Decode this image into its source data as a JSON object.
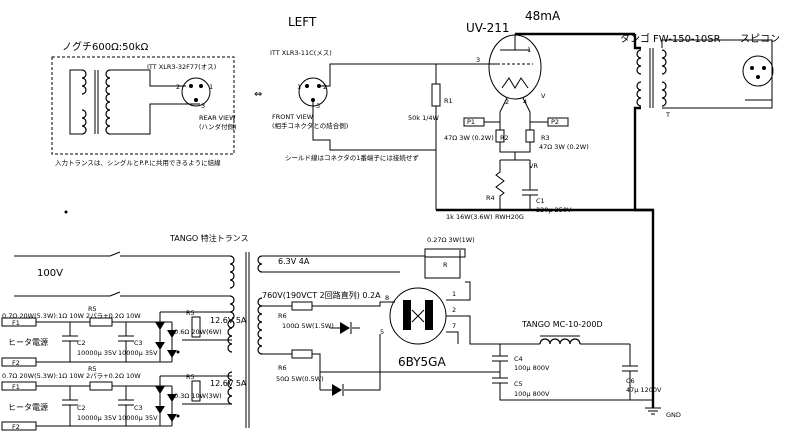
{
  "labels": {
    "left_title": "LEFT",
    "tube_main": "UV-211",
    "plate_current": "48mA",
    "output_trans_maker": "タンゴ",
    "output_trans_model": "FW-150-10SR",
    "speaker": "スピコン",
    "input_trans_title": "ノグチ",
    "input_trans_ratio": "600Ω:50kΩ",
    "input_conn_rear": "ITT XLR3-32F77(オス)",
    "rear_view": "REAR VIEW",
    "rear_view_sub": "(ハンダ付側)",
    "input_note": "入力トランスは、シングルとP.P.に共用できるように結線",
    "arrow": "⇔",
    "xlr_front": "ITT XLR3-11C(メス)",
    "front_view": "FRONT VIEW",
    "front_view_sub": "(相手コネクタとの結合側)",
    "shield_note": "シールド線はコネクタの1番端子には接続せず",
    "r1_value": "50k 1/4W",
    "r1": "R1",
    "p1": "P1",
    "p2": "P2",
    "v": "V",
    "r2": "R2",
    "r3": "R3",
    "r2_value": "47Ω 3W (0.2W)",
    "r3_value": "47Ω 3W (0.2W)",
    "vr": "VR",
    "r4": "R4",
    "c1": "C1",
    "c1_value": "220μ 250V",
    "r4_value": "1k 16W(3.6W)",
    "r4_part": "RWH20G",
    "power_trans": "TANGO 特注トランス",
    "mains": "100V",
    "heater_tap": "6.3V 4A",
    "r_bleed_value": "0.27Ω 3W(1W)",
    "r_bleed": "R",
    "hv_tap": "760V(190VCT 2回路直列) 0.2A",
    "r6": "R6",
    "r6_value": "100Ω 5W(1.5W)",
    "r6b": "R6",
    "r6b_value": "50Ω 5W(0.5W)",
    "rect_tube": "6BY5GA",
    "choke": "TANGO MC-10-200D",
    "c4": "C4",
    "c4_value": "100μ 800V",
    "c5": "C5",
    "c5_value": "100μ 800V",
    "c6": "C6",
    "c6_value": "47μ 1200V",
    "gnd": "GND",
    "heater_a_r": "0.7Ω 20W(5.3W):1Ω 10W 2パラ+0.2Ω 10W",
    "heater_b_r": "0.7Ω 20W(5.3W):1Ω 10W 2パラ+0.2Ω 10W",
    "r5": "R5",
    "r5b": "R5",
    "r5c": "R5",
    "r5d": "R5",
    "r5_right_a": "0.6Ω 20W(6W)",
    "r5_right_b": "0.3Ω 10W(3W)",
    "v_a": "12.6V 5A",
    "v_b": "12.6V 5A",
    "c2": "C2",
    "c3": "C3",
    "c2b": "C2",
    "c3b": "C3",
    "c2_value": "10000μ 35V",
    "c3_value": "10000μ 35V",
    "c2b_value": "10000μ 35V",
    "c3b_value": "10000μ 35V",
    "heater_psu": "ヒータ電源",
    "heater_psu_b": "ヒータ電源",
    "f1": "F1",
    "f2": "F2",
    "f1b": "F1",
    "f2b": "F2",
    "t_mark": "T",
    "pins_tube": [
      "3",
      "4",
      "1",
      "2"
    ],
    "pins_rect": [
      "1",
      "2",
      "7",
      "8",
      "5"
    ],
    "pins_in": [
      "1",
      "2",
      "3"
    ],
    "pins_xlr": [
      "1",
      "2",
      "3"
    ]
  }
}
